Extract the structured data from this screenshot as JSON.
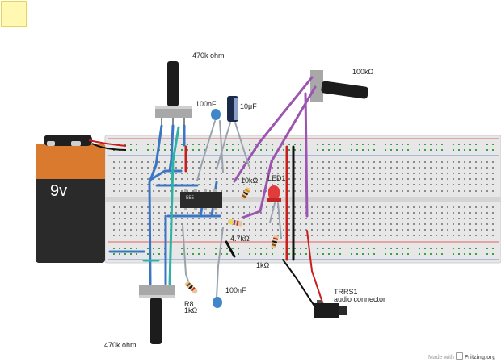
{
  "labels": {
    "pot_top_value": "470k ohm",
    "pot_bottom_value": "470k ohm",
    "pot_right_value": "100kΩ",
    "cap_ceramic_top": "100nF",
    "cap_electrolytic": "10μF",
    "cap_ceramic_bottom": "100nF",
    "resistor_10k": "10kΩ",
    "resistor_4k7": "4.7kΩ",
    "resistor_1k": "1kΩ",
    "led_label": "LED1",
    "r8_name": "R8",
    "r8_value": "1kΩ",
    "trrs_name": "TRRS1",
    "trrs_desc": "audio connector",
    "battery_voltage": "9v",
    "chip_marking": "555",
    "credit_prefix": "Made with",
    "credit_brand": "Fritzing.org"
  },
  "colors": {
    "breadboard": "#e6e6e6",
    "rail_red": "#d33",
    "rail_blue": "#3b6fd6",
    "wire_blue": "#3a76c4",
    "wire_teal": "#2db3a4",
    "wire_purple": "#9b55b0",
    "wire_gray": "#9aa3ad",
    "wire_red": "#c81e1e",
    "battery_orange": "#d97a2e",
    "battery_body": "#2a2a2a",
    "led_red": "#e23b3b"
  }
}
